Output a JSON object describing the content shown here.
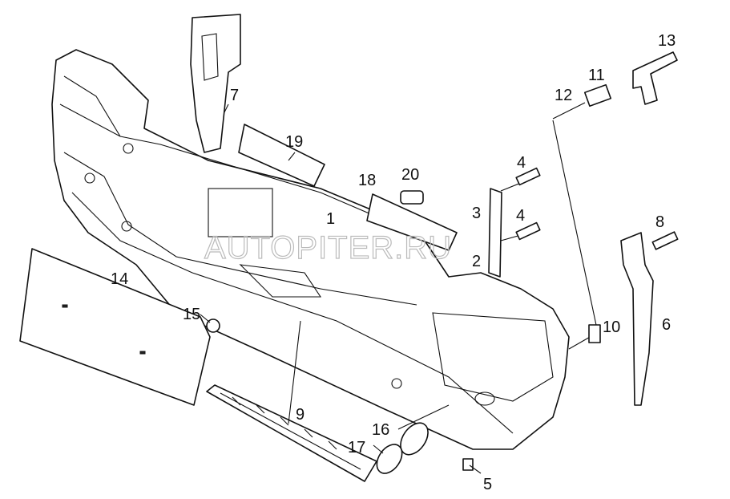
{
  "watermark": "AUTOPITER.RU",
  "labels": {
    "l1": "1",
    "l2": "2",
    "l3": "3",
    "l4a": "4",
    "l4b": "4",
    "l5": "5",
    "l6": "6",
    "l7": "7",
    "l8": "8",
    "l9": "9",
    "l10": "10",
    "l11": "11",
    "l12": "12",
    "l13": "13",
    "l14": "14",
    "l15": "15",
    "l16": "16",
    "l17": "17",
    "l18": "18",
    "l19": "19",
    "l20": "20"
  }
}
